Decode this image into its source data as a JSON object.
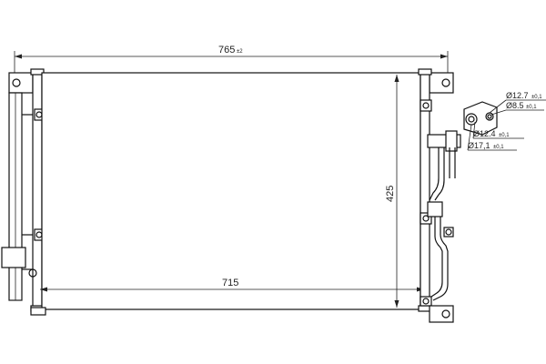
{
  "dimensions": {
    "overall_width": {
      "value": "765",
      "tolerance": "±2"
    },
    "core_width": {
      "value": "715"
    },
    "height": {
      "value": "425"
    },
    "callouts": [
      {
        "label": "Ø12.7",
        "tolerance": "±0,1"
      },
      {
        "label": "Ø8.5",
        "tolerance": "±0,1"
      },
      {
        "label": "Ø12.4",
        "tolerance": "±0,1"
      },
      {
        "label": "Ø17,1",
        "tolerance": "±0,1"
      }
    ]
  }
}
